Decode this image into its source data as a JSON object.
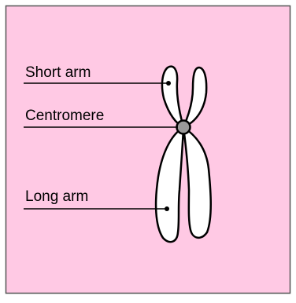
{
  "diagram": {
    "background_color": "#ffc9e4",
    "border_color": "#555555",
    "chromosome_fill": "#ffffff",
    "outline_color": "#000000",
    "centromere_fill": "#9a9a9a",
    "labels": {
      "short_arm": "Short arm",
      "centromere": "Centromere",
      "long_arm": "Long arm"
    }
  }
}
